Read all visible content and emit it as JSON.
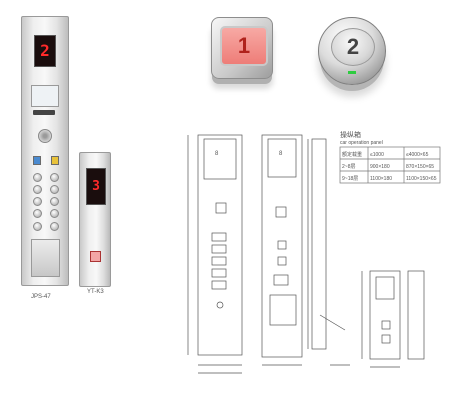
{
  "photos": {
    "main_panel": {
      "label": "JPS-47"
    },
    "small_panel": {
      "label": "YT-K3"
    },
    "button_square": {
      "number": "1"
    },
    "button_round": {
      "number": "2"
    }
  },
  "drawing": {
    "table": {
      "title": "操纵箱",
      "subtitle": "car operation panel",
      "rows": [
        [
          "额定载重",
          "≤1000",
          "≤4000×65"
        ],
        [
          "2~8层",
          "900×180",
          "870×150×65"
        ],
        [
          "9~18层",
          "1100×180",
          "1100×150×65"
        ]
      ]
    }
  },
  "colors": {
    "display_red": "#ff2a2a",
    "display_bg": "#1a0d0d",
    "button_red": "#ee7d78",
    "line": "#555555"
  }
}
